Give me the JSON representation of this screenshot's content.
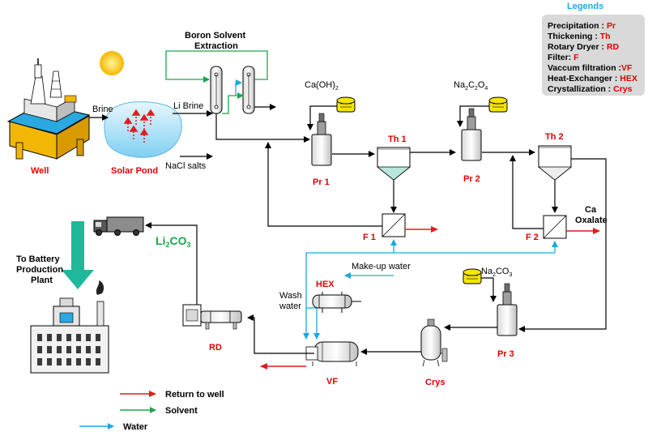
{
  "legend": {
    "title": "Legends",
    "items": [
      {
        "name": "Precipitation",
        "sep": " : ",
        "abbr": "Pr"
      },
      {
        "name": "Thickening",
        "sep": " : ",
        "abbr": "Th"
      },
      {
        "name": "Rotary Dryer",
        "sep": " : ",
        "abbr": "RD"
      },
      {
        "name": "Filter",
        "sep": ": ",
        "abbr": "F"
      },
      {
        "name": "Vaccum filtration",
        "sep": " :",
        "abbr": "VF"
      },
      {
        "name": "Heat-Exchanger",
        "sep": " : ",
        "abbr": "HEX"
      },
      {
        "name": "Crystallization",
        "sep": " : ",
        "abbr": "Crys"
      }
    ]
  },
  "labels": {
    "well": "Well",
    "brine": "Brine",
    "solar_pond": "Solar Pond",
    "li_brine": "Li Brine",
    "nacl": "NaCl salts",
    "boron_line1": "Boron Solvent",
    "boron_line2": "Extraction",
    "caoh2": "Ca(OH)",
    "caoh2_sub": "2",
    "na2c2o4_a": "Na",
    "na2c2o4_b": "2",
    "na2c2o4_c": "C",
    "na2c2o4_d": "2",
    "na2c2o4_e": "O",
    "na2c2o4_f": "4",
    "pr1": "Pr 1",
    "pr2": "Pr 2",
    "pr3": "Pr 3",
    "th1": "Th 1",
    "th2": "Th 2",
    "f1": "F 1",
    "f2": "F 2",
    "ca_oxalate_1": "Ca",
    "ca_oxalate_2": "Oxalate",
    "makeup_water": "Make-up water",
    "hex": "HEX",
    "wash_water_1": "Wash",
    "wash_water_2": "water",
    "na2co3_a": "Na",
    "na2co3_b": "2",
    "na2co3_c": "CO",
    "na2co3_d": "3",
    "crys": "Crys",
    "vf": "VF",
    "rd": "RD",
    "li2co3_a": "Li",
    "li2co3_b": "2",
    "li2co3_c": "CO",
    "li2co3_d": "3",
    "battery_1": "To Battery",
    "battery_2": "Production",
    "battery_3": "Plant"
  },
  "flow_legend": {
    "return": "Return to well",
    "solvent": "Solvent",
    "water": "Water"
  },
  "colors": {
    "return": "#e31b1b",
    "solvent": "#1aa64a",
    "water": "#1aa9e0",
    "label_red": "#e00000",
    "label_green": "#1aa64a",
    "big_arrow": "#1fb89a"
  }
}
